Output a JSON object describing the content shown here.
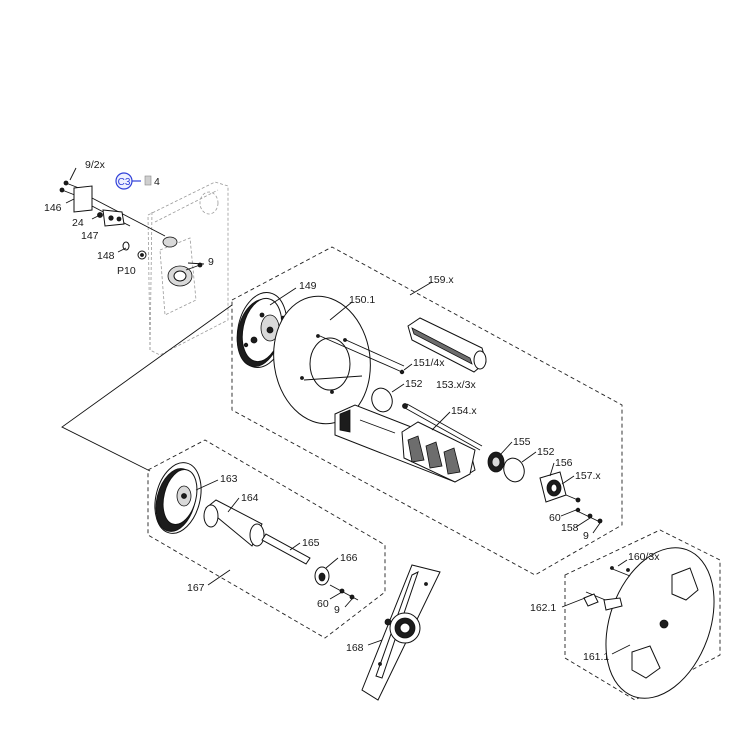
{
  "diagram": {
    "callout": {
      "code": "C3",
      "ref": "4"
    },
    "labels": {
      "l9_2x": "9/2x",
      "l146": "146",
      "l24": "24",
      "l147": "147",
      "l148": "148",
      "lP10": "P10",
      "l9a": "9",
      "l149": "149",
      "l150_1": "150.1",
      "l159x": "159.x",
      "l151_4x": "151/4x",
      "l152a": "152",
      "l153": "153.x/3x",
      "l154x": "154.x",
      "l155": "155",
      "l152b": "152",
      "l156": "156",
      "l157x": "157.x",
      "l60a": "60",
      "l158": "158",
      "l9b": "9",
      "l163": "163",
      "l164": "164",
      "l165": "165",
      "l166": "166",
      "l167": "167",
      "l60b": "60",
      "l9c": "9",
      "l168": "168",
      "l160_3x": "160/3x",
      "l162_1": "162.1",
      "l161_1": "161.1"
    }
  }
}
